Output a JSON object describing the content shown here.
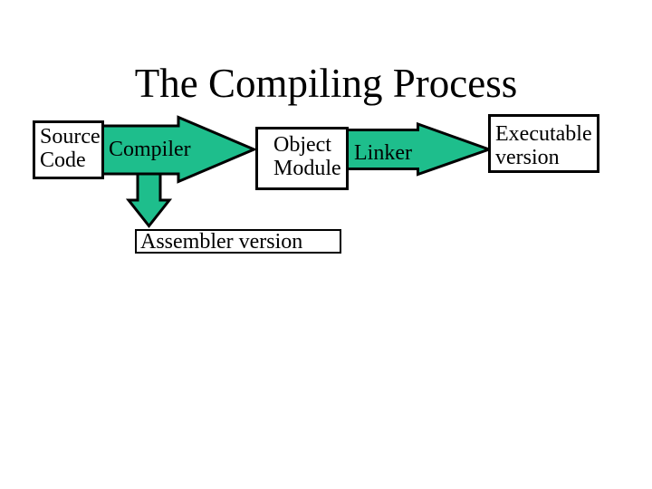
{
  "slide": {
    "title": "The Compiling Process",
    "background_color": "#ffffff",
    "accent_green": "#1ebe8c",
    "outline_color": "#000000",
    "text_color": "#000000"
  },
  "diagram": {
    "boxes": {
      "source": {
        "line1": "Source",
        "line2": "Code"
      },
      "object": {
        "line1": "Object",
        "line2": "Module"
      },
      "executable": {
        "line1": "Executable",
        "line2": "version"
      },
      "assembler": {
        "label": "Assembler version"
      }
    },
    "arrows": {
      "compiler": {
        "label": "Compiler",
        "direction": "right"
      },
      "linker": {
        "label": "Linker",
        "direction": "right"
      },
      "assembler_branch": {
        "label": "",
        "direction": "down"
      }
    }
  }
}
